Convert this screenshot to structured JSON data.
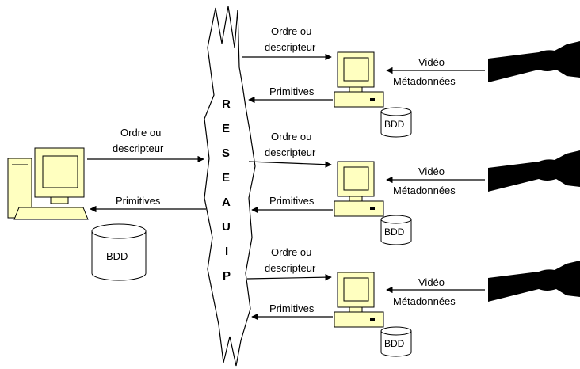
{
  "network": {
    "letters": [
      "R",
      "E",
      "S",
      "E",
      "A",
      "U",
      "I",
      "P"
    ]
  },
  "client": {
    "send_label_line1": "Ordre ou",
    "send_label_line2": "descripteur",
    "receive_label": "Primitives",
    "db_label": "BDD"
  },
  "nodes": [
    {
      "order_line1": "Ordre ou",
      "order_line2": "descripteur",
      "primitives": "Primitives",
      "video": "Vidéo",
      "metadata": "Métadonnées",
      "db_label": "BDD"
    },
    {
      "order_line1": "Ordre ou",
      "order_line2": "descripteur",
      "primitives": "Primitives",
      "video": "Vidéo",
      "metadata": "Métadonnées",
      "db_label": "BDD"
    },
    {
      "order_line1": "Ordre ou",
      "order_line2": "descripteur",
      "primitives": "Primitives",
      "video": "Vidéo",
      "metadata": "Métadonnées",
      "db_label": "BDD"
    }
  ],
  "colors": {
    "computer_fill": "#ffffc0",
    "screen_fill": "#ffffc0",
    "camera_fill": "#000000",
    "stroke": "#000000"
  }
}
